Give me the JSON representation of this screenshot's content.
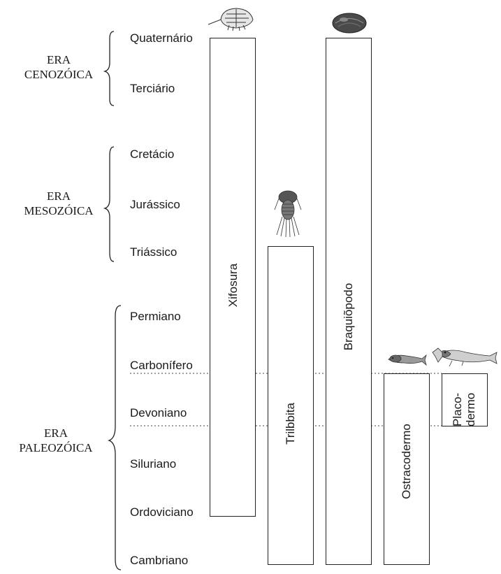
{
  "eras": [
    {
      "line1": "ERA",
      "line2": "CENOZÓICA"
    },
    {
      "line1": "ERA",
      "line2": "MESOZÓICA"
    },
    {
      "line1": "ERA",
      "line2": "PALEOZÓICA"
    }
  ],
  "periods": [
    "Quaternário",
    "Terciário",
    "Cretácio",
    "Jurássico",
    "Triássico",
    "Permiano",
    "Carbonífero",
    "Devoniano",
    "Siluriano",
    "Ordoviciano",
    "Cambriano"
  ],
  "groups": {
    "xifosura": "Xifosura",
    "trilobita": "Trilbbita",
    "braquiopodo": "Braquiõpodo",
    "ostracodermo": "Ostracodermo",
    "placodermo_line1": "Placo-",
    "placodermo_line2": "dermo"
  },
  "fossil_icons": [
    "horseshoe-crab-icon",
    "trilobite-icon",
    "brachiopod-icon",
    "ostracoderm-fish-icon",
    "placoderm-fish-icon"
  ]
}
